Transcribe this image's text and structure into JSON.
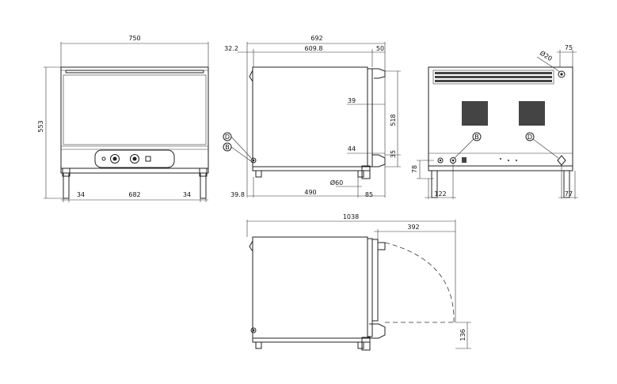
{
  "front_view": {
    "width": "750",
    "height": "553",
    "leg_left": "34",
    "inner_width": "682",
    "leg_right": "34"
  },
  "side_view": {
    "depth": "692",
    "offset_left": "32.2",
    "body_depth": "609.8",
    "handle": "50",
    "dim_39": "39",
    "dim_518": "518",
    "dim_44": "44",
    "dim_35": "35",
    "bottom_left": "39.8",
    "bottom_mid": "490",
    "bottom_right": "85",
    "pipe_diameter": "Ø60",
    "marker_d": "D",
    "marker_b": "B"
  },
  "rear_view": {
    "top_right": "75",
    "fitting_diameter": "Ø20",
    "height_78": "78",
    "bottom_left": "122",
    "bottom_right": "77",
    "marker_b": "B",
    "marker_d": "D"
  },
  "open_view": {
    "total_depth": "1038",
    "door_swing": "392",
    "door_height": "136"
  }
}
